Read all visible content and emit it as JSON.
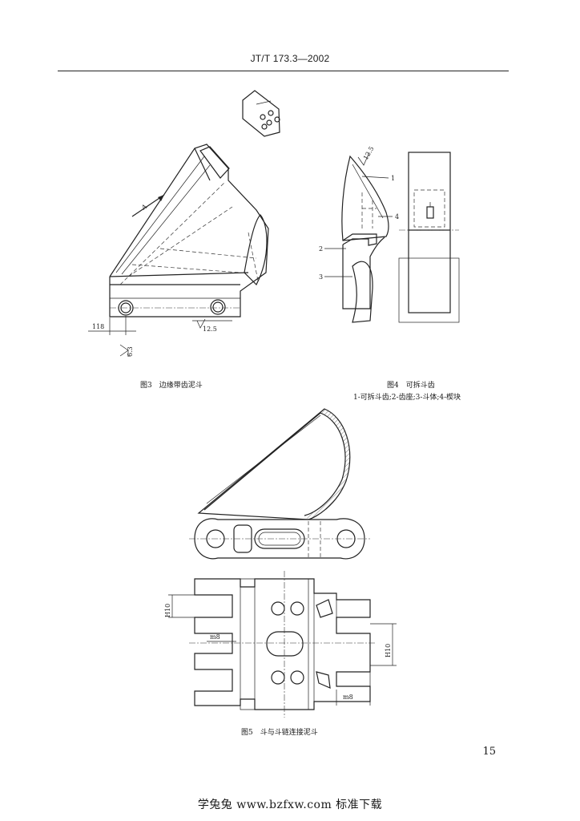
{
  "header": {
    "standard_code": "JT/T 173.3—2002"
  },
  "figures": {
    "fig3": {
      "caption": "图3　边缘带齿泥斗",
      "labels": {
        "arrow": "A",
        "dim_width": "118",
        "roughness_bottom": "12.5",
        "roughness_side": "6.3"
      }
    },
    "fig4": {
      "caption": "图4　可拆斗齿",
      "legend": "1-可拆斗齿;2-齿座;3-斗体;4-楔块",
      "labels": {
        "n1": "1",
        "n2": "2",
        "n3": "3",
        "n4": "4",
        "roughness": "12.5"
      }
    },
    "fig5": {
      "caption": "图5　斗与斗链连接泥斗",
      "labels": {
        "h10_left": "H10",
        "h10_right": "H10",
        "m8_left": "m8",
        "m8_bottom": "m8"
      }
    }
  },
  "page_number": "15",
  "footer": {
    "watermark": "学兔兔 www.bzfxw.com 标准下载"
  }
}
